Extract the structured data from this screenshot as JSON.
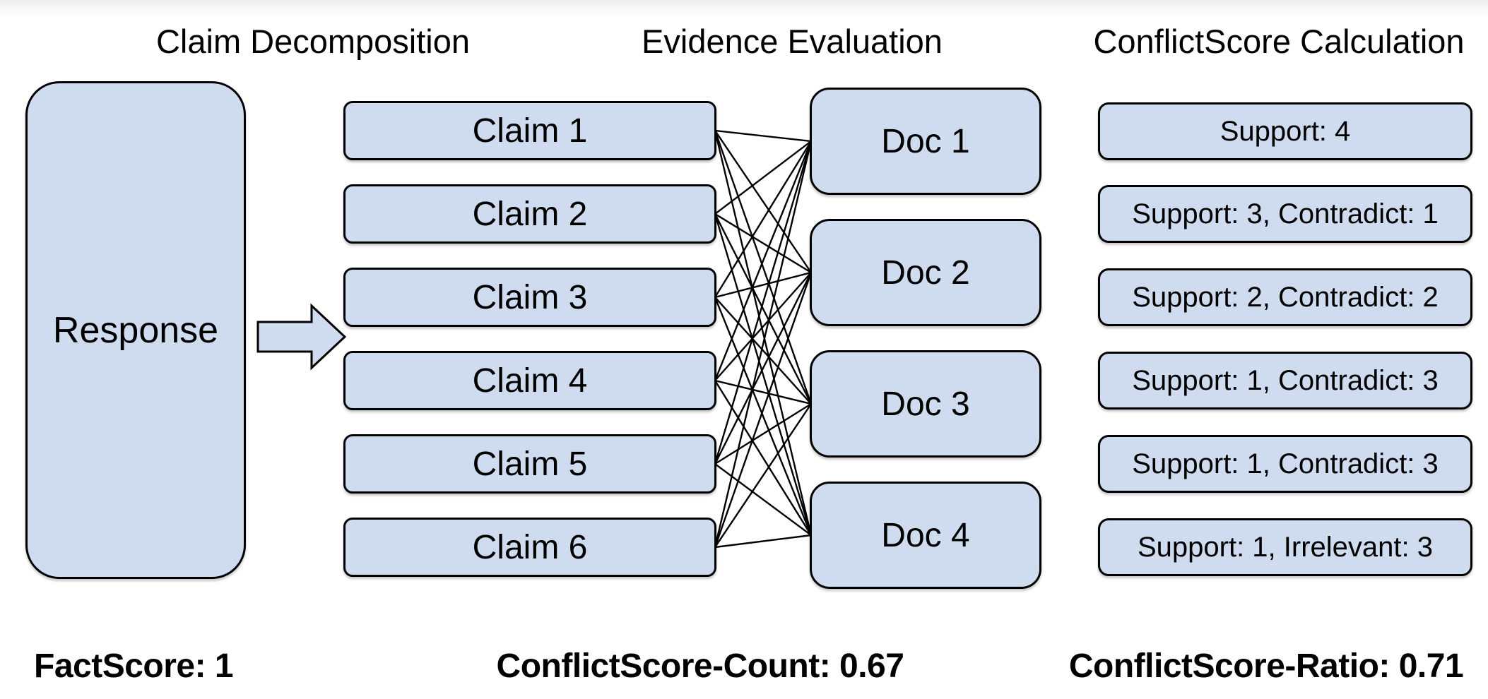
{
  "colors": {
    "background": "#ffffff",
    "node_fill": "#cfdbee",
    "node_border": "#000000",
    "edge": "#000000",
    "text": "#000000"
  },
  "sections": [
    {
      "title": "Claim Decomposition"
    },
    {
      "title": "Evidence Evaluation"
    },
    {
      "title": "ConflictScore Calculation"
    }
  ],
  "response": {
    "label": "Response"
  },
  "arrow": {
    "icon": "right-block-arrow"
  },
  "claims": [
    {
      "label": "Claim 1"
    },
    {
      "label": "Claim 2"
    },
    {
      "label": "Claim 3"
    },
    {
      "label": "Claim 4"
    },
    {
      "label": "Claim 5"
    },
    {
      "label": "Claim 6"
    }
  ],
  "docs": [
    {
      "label": "Doc 1"
    },
    {
      "label": "Doc 2"
    },
    {
      "label": "Doc 3"
    },
    {
      "label": "Doc 4"
    }
  ],
  "claim_scores": [
    {
      "label": "Support: 4"
    },
    {
      "label": "Support: 3, Contradict: 1"
    },
    {
      "label": "Support: 2, Contradict: 2"
    },
    {
      "label": "Support: 1, Contradict: 3"
    },
    {
      "label": "Support: 1, Contradict: 3"
    },
    {
      "label": "Support: 1, Irrelevant: 3"
    }
  ],
  "graph": {
    "type": "bipartite-complete",
    "claim_count": 6,
    "doc_count": 4
  },
  "metrics": [
    {
      "label": "FactScore",
      "value": "1",
      "text": "FactScore: 1"
    },
    {
      "label": "ConflictScore-Count",
      "value": "0.67",
      "text": "ConflictScore-Count: 0.67"
    },
    {
      "label": "ConflictScore-Ratio",
      "value": "0.71",
      "text": "ConflictScore-Ratio: 0.71"
    }
  ]
}
